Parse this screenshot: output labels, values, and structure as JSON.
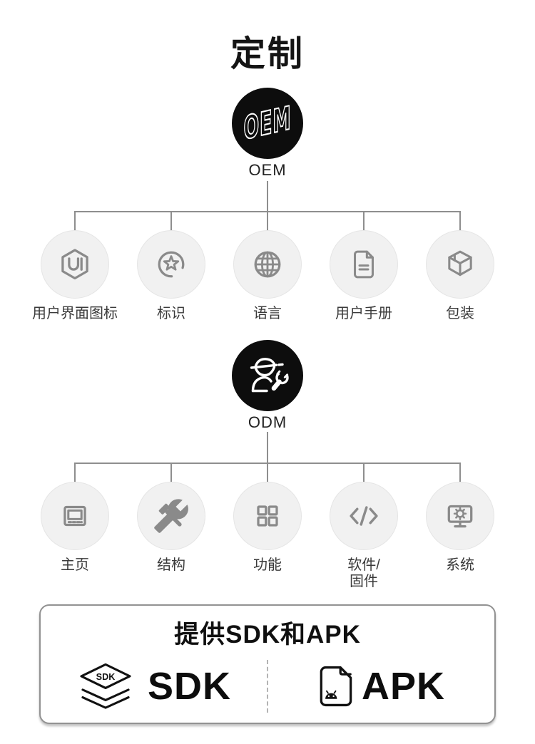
{
  "page": {
    "title": "定制",
    "background": "#ffffff"
  },
  "colors": {
    "node_black": "#0d0d0d",
    "circle_bg": "#f1f1f1",
    "circle_border": "#e5e5e5",
    "icon_gray": "#8a8a8a",
    "connector_gray": "#8e8e8e",
    "label_text": "#3a3a3a",
    "box_border": "#929292"
  },
  "oem": {
    "label": "OEM",
    "logo_text": "OEM",
    "icon": "oem-logo-icon",
    "children": [
      {
        "label": "用户界面图标",
        "icon": "ui-hexagon-icon"
      },
      {
        "label": "标识",
        "icon": "star-badge-icon"
      },
      {
        "label": "语言",
        "icon": "globe-icon"
      },
      {
        "label": "用户手册",
        "icon": "user-manual-icon"
      },
      {
        "label": "包装",
        "icon": "package-box-icon"
      }
    ]
  },
  "odm": {
    "label": "ODM",
    "icon": "worker-wrench-icon",
    "children": [
      {
        "label": "主页",
        "icon": "home-screen-icon"
      },
      {
        "label": "结构",
        "icon": "hammer-wrench-icon"
      },
      {
        "label": "功能",
        "icon": "grid-icon"
      },
      {
        "label": "软件/\n固件",
        "icon": "code-icon"
      },
      {
        "label": "系统",
        "icon": "monitor-gear-icon"
      }
    ]
  },
  "offer": {
    "title": "提供SDK和APK",
    "sdk": {
      "label": "SDK",
      "icon": "sdk-layers-icon",
      "icon_text": "SDK"
    },
    "apk": {
      "label": "APK",
      "icon": "apk-file-icon"
    }
  }
}
